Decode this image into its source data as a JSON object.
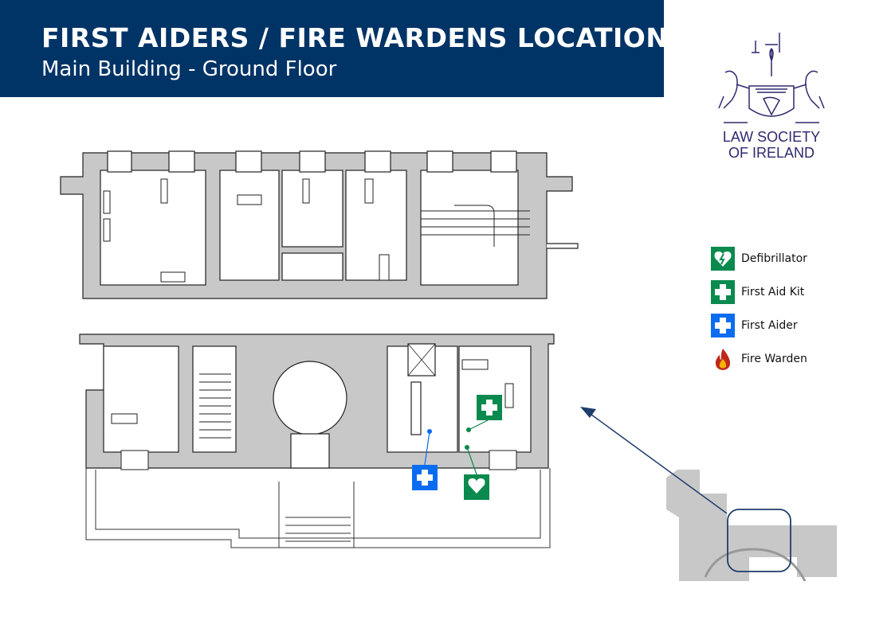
{
  "header": {
    "title": "FIRST AIDERS / FIRE WARDENS LOCATION",
    "subtitle": "Main Building - Ground Floor"
  },
  "logo": {
    "line1": "LAW SOCIETY",
    "line2": "OF IRELAND"
  },
  "legend": {
    "items": [
      {
        "label": "Defibrillator",
        "icon": "defibrillator-icon",
        "color": "#0a8a4e"
      },
      {
        "label": "First Aid Kit",
        "icon": "first-aid-kit-icon",
        "color": "#0a8a4e"
      },
      {
        "label": "First Aider",
        "icon": "first-aider-icon",
        "color": "#0a6cf0"
      },
      {
        "label": "Fire Warden",
        "icon": "fire-icon",
        "color": "#c0281c"
      }
    ]
  },
  "colors": {
    "navy": "#003366",
    "wall": "#c8c8c8",
    "green": "#0a8a4e",
    "blue": "#0a6cf0"
  }
}
